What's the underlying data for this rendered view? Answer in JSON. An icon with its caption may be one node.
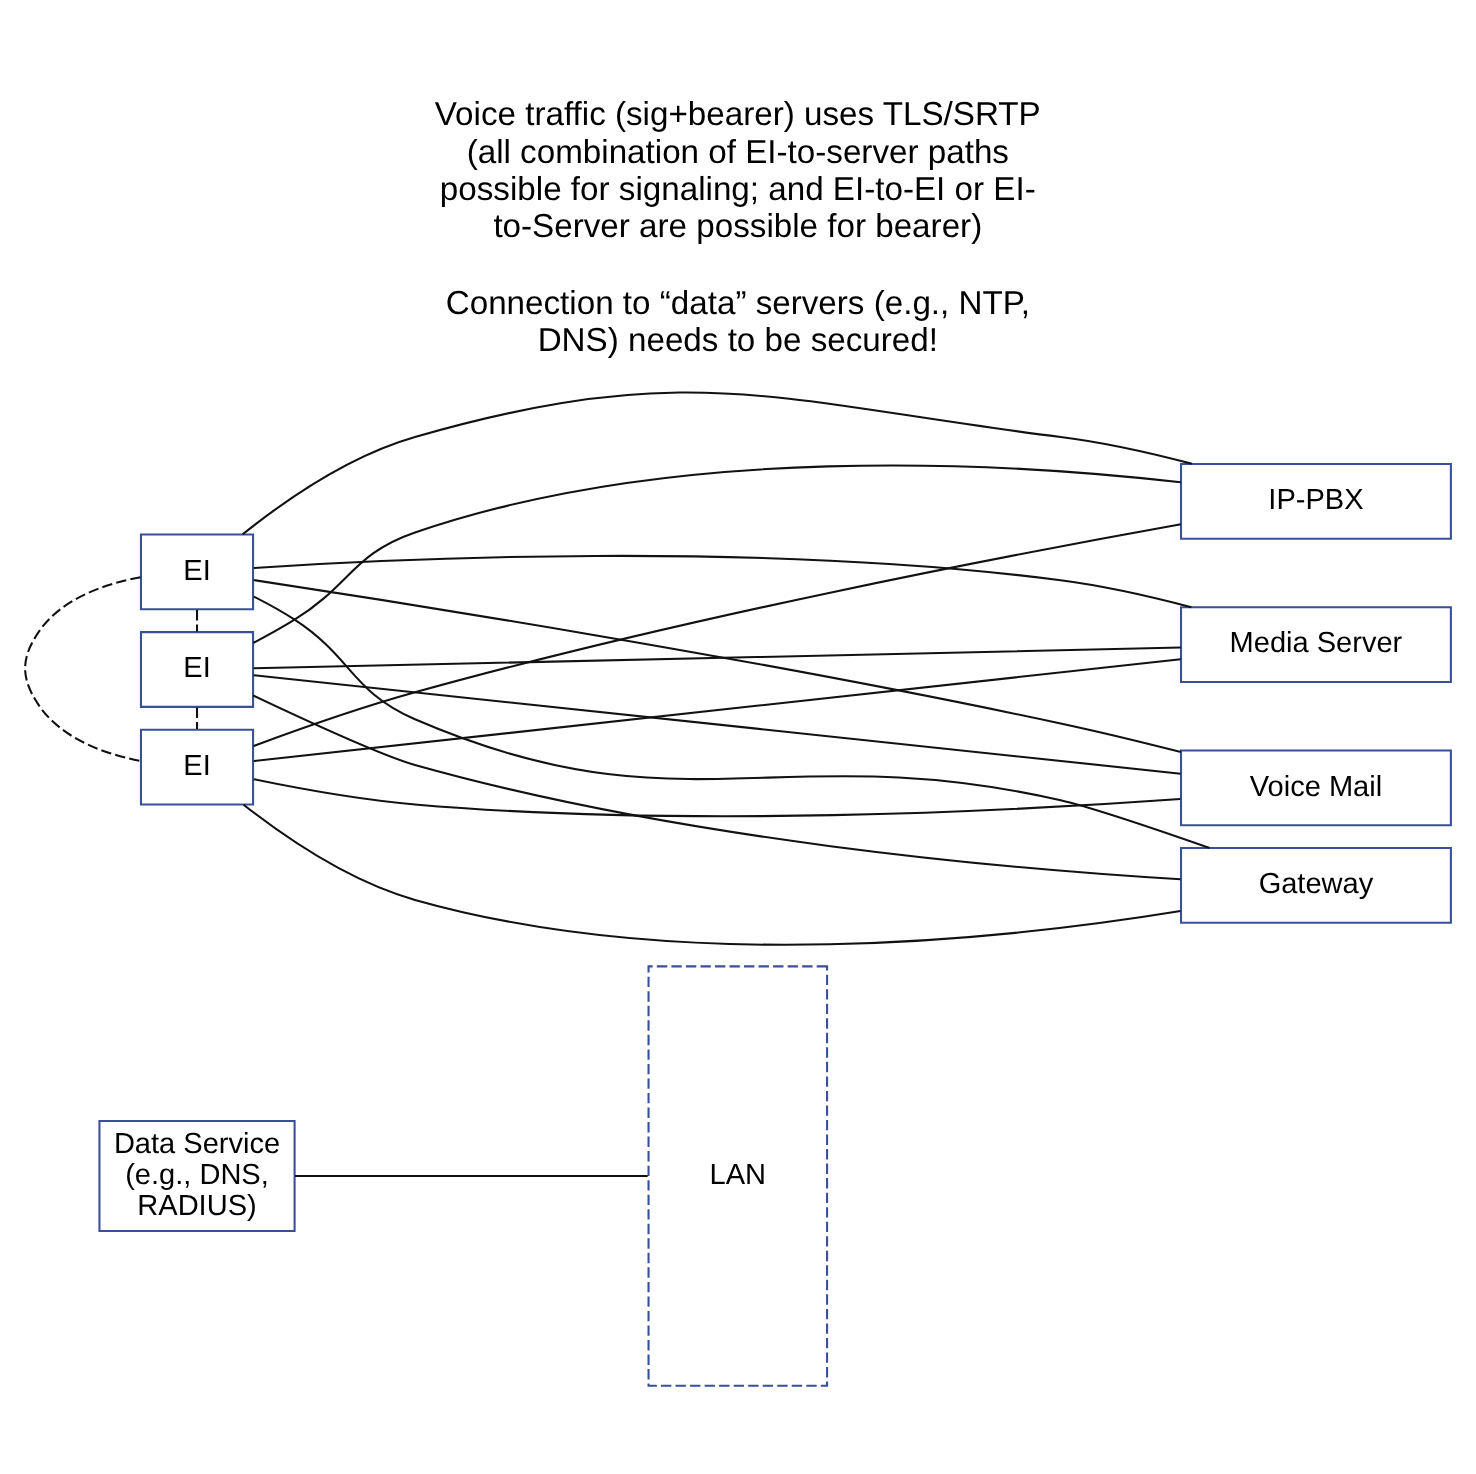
{
  "diagram": {
    "nodes": [
      {
        "text": [
          "Data Service (e.g., DNS, RADIUS)"
        ]
      },
      {
        "text": [
          "LAN"
        ]
      },
      {
        "text": [
          "EI"
        ]
      },
      {
        "text": [
          "EI"
        ]
      },
      {
        "text": [
          "EI"
        ]
      },
      {
        "text": [
          "IP-PBX"
        ]
      },
      {
        "text": [
          "Media Server"
        ]
      },
      {
        "text": [
          "Voice Mail"
        ]
      },
      {
        "text": [
          "Gateway"
        ]
      }
    ],
    "edges": [
      {
        "from": 0,
        "to": 1,
        "arrow": "none"
      },
      {
        "from": 2,
        "to": 5,
        "arrow": "none"
      },
      {
        "from": 2,
        "to": 6,
        "arrow": "none"
      },
      {
        "from": 2,
        "to": 7,
        "arrow": "none"
      },
      {
        "from": 2,
        "to": 8,
        "arrow": "none"
      },
      {
        "from": 3,
        "to": 5,
        "arrow": "none"
      },
      {
        "from": 3,
        "to": 6,
        "arrow": "none"
      },
      {
        "from": 3,
        "to": 7,
        "arrow": "none"
      },
      {
        "from": 3,
        "to": 8,
        "arrow": "none"
      },
      {
        "from": 4,
        "to": 5,
        "arrow": "none"
      },
      {
        "from": 4,
        "to": 6,
        "arrow": "none"
      },
      {
        "from": 4,
        "to": 7,
        "arrow": "none"
      },
      {
        "from": 4,
        "to": 8,
        "arrow": "none"
      },
      {
        "from": 2,
        "to": 3,
        "arrow": "none",
        "style": "dashed"
      },
      {
        "from": 3,
        "to": 4,
        "arrow": "none",
        "style": "dashed"
      },
      {
        "from": 2,
        "to": 4,
        "arrow": "none",
        "style": "dashed"
      }
    ],
    "labels": [
      "Connection to “data” servers (e.g., NTP, DNS) needs to be secured!",
      "Voice traffic (sig+bearer) uses TLS/SRTP (all combination of EI-to-server paths possible for signaling; and EI-to-EI or EI-to-Server are possible for bearer)"
    ]
  }
}
